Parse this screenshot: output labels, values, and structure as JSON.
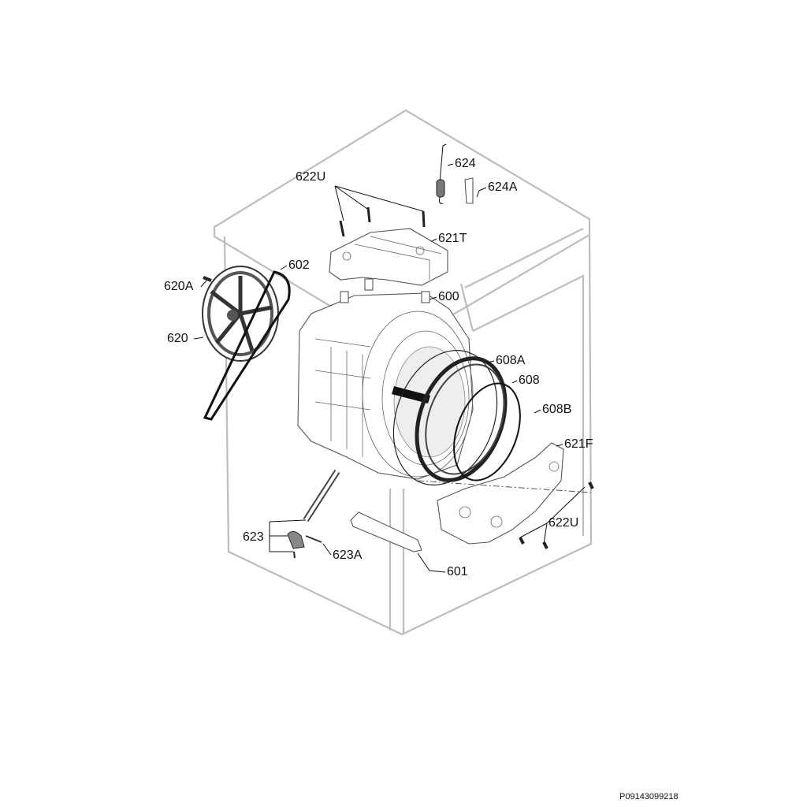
{
  "diagram": {
    "labels": {
      "l622u_top": "622U",
      "l624": "624",
      "l624a": "624A",
      "l621t": "621T",
      "l602": "602",
      "l620a": "620A",
      "l600": "600",
      "l620": "620",
      "l608a": "608A",
      "l608": "608",
      "l608b": "608B",
      "l621f": "621F",
      "l622u_bottom": "622U",
      "l623": "623",
      "l623a": "623A",
      "l601": "601"
    },
    "drawing_code": "P09143099218"
  }
}
